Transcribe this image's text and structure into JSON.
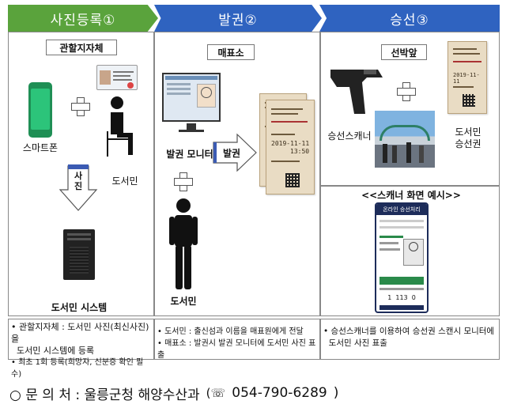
{
  "stages": {
    "s1": "사진등록①",
    "s2": "발권②",
    "s3": "승선③"
  },
  "panel1": {
    "badge": "관할지자체",
    "smartphone": "스마트폰",
    "resident": "도서민",
    "arrow_label": "사진",
    "system": "도서민 시스템",
    "notes": [
      "• 관할지자체 : 도서민 사진(최신사진)을",
      "  도서민 시스템에 등록",
      "• 최초 1회 등록(희망자, 신분증 확인 필수)"
    ]
  },
  "panel2": {
    "badge": "매표소",
    "monitor": "발권 모니터",
    "arrow_label": "발권",
    "resident": "도서민",
    "ticket_date": "2019-11-11",
    "ticket_time": "13:50",
    "notes": [
      "• 도서민 : 출신섬과 이름을 매표원에게 전달",
      "• 매표소 : 발권시 발권 모니터에 도서민 사진 표출"
    ]
  },
  "panel3": {
    "badge": "선박앞",
    "scanner": "승선스캐너",
    "ticket_label": "도서민\n승선권",
    "ticket_date": "2019-11-11",
    "example_title": "<<스캐너 화면 예시>>",
    "phone_title": "온라인 승선처리",
    "phone_count": "1  113  0",
    "notes": [
      "• 승선스캐너를 이용하여 승선권 스캔시 모니터에",
      "  도서민 사진 표출"
    ]
  },
  "footer": {
    "contact_label": "○ 문 의 처 : 울릉군청 해양수산과",
    "phone": "054-790-6289"
  },
  "colors": {
    "green": "#5aa33c",
    "blue": "#2f63c0"
  }
}
